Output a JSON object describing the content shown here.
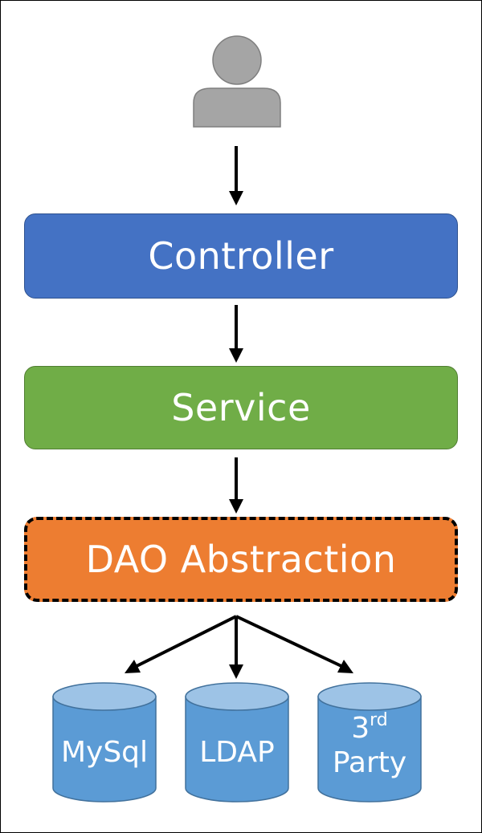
{
  "layers": {
    "controller": "Controller",
    "service": "Service",
    "dao": "DAO Abstraction"
  },
  "datastores": {
    "mysql": "MySql",
    "ldap": "LDAP",
    "third_party_num": "3",
    "third_party_sup": "rd",
    "third_party_word": "Party"
  },
  "colors": {
    "controller": "#4472c4",
    "service": "#70ad47",
    "dao": "#ed7d31",
    "datastore": "#5b9bd5",
    "datastore_top": "#9dc3e6",
    "user": "#a5a5a5",
    "arrow": "#000000"
  },
  "icons": {
    "user": "person-icon"
  }
}
